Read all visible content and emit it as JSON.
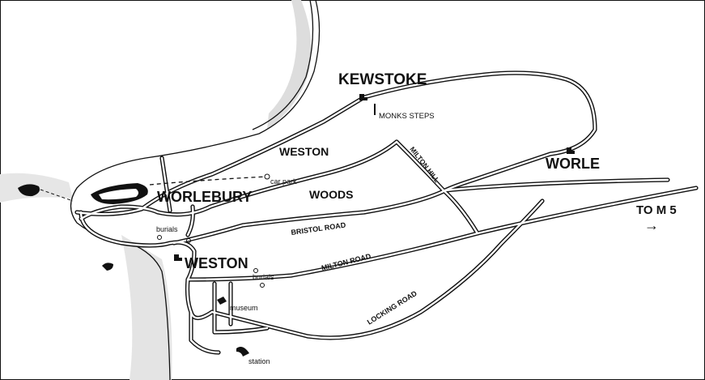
{
  "map": {
    "labels": {
      "kewstoke": "KEWSTOKE",
      "monks_steps": "MONKS STEPS",
      "weston_woods_top": "WESTON",
      "woods": "WOODS",
      "milton_hill": "MILTON HILL",
      "worle": "WORLE",
      "car_park": "car park",
      "worlebury": "WORLEBURY",
      "to_m5": "TO M 5",
      "arrow": "→",
      "bristol_road": "BRISTOL ROAD",
      "burials_1": "burials",
      "weston_town": "WESTON",
      "burials_2": "burials",
      "milton_road": "MILTON ROAD",
      "museum": "museum",
      "locking_road": "LOCKING ROAD",
      "station": "station"
    },
    "colors": {
      "ink": "#111111",
      "paper": "#ffffff"
    }
  }
}
